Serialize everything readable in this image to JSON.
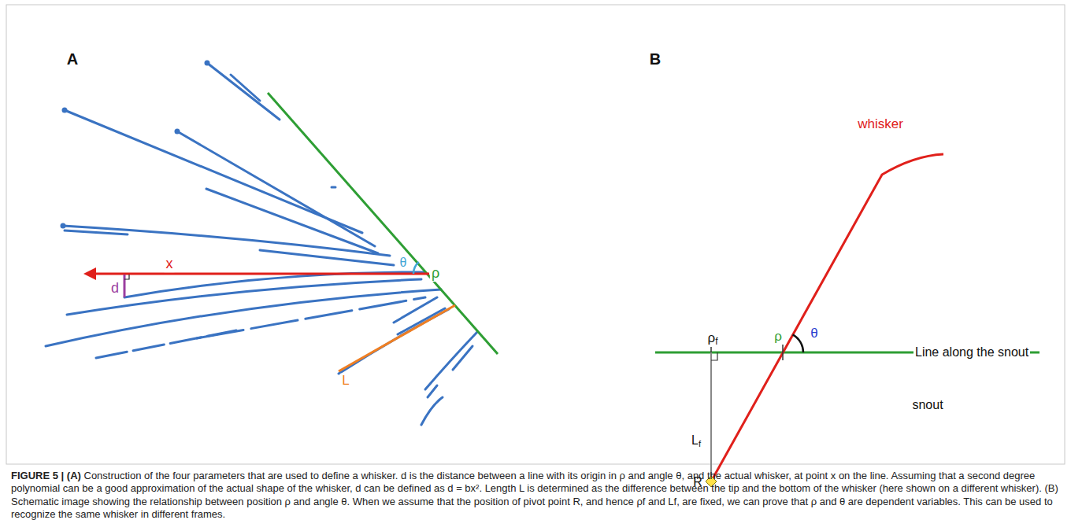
{
  "diagram": {
    "caption": "FIGURE 5 | (A) Construction of the four parameters that are used to define a whisker. d is the distance between a line with its origin in ρ and angle θ, and the actual whisker, at point x on the line. Assuming that a second degree polynomial can be a good approximation of the actual shape of the whisker, d can be defined as d = bx². Length L is determined as the difference between the tip and the bottom of the whisker (here shown on a different whisker). (B) Schematic image showing the relationship between position ρ and angle θ. When we assume that the position of pivot point R, and hence ρf and Lf, are fixed, we can prove that ρ and θ are dependent variables. This can be used to recognize the same whisker in different frames.",
    "labels": [
      "A",
      "x",
      "d",
      "θ",
      "ρ",
      "L",
      "B",
      "whisker",
      "ρf",
      "ρ",
      "θ",
      "Line along the snout",
      "Lf",
      "snout",
      "R"
    ]
  }
}
